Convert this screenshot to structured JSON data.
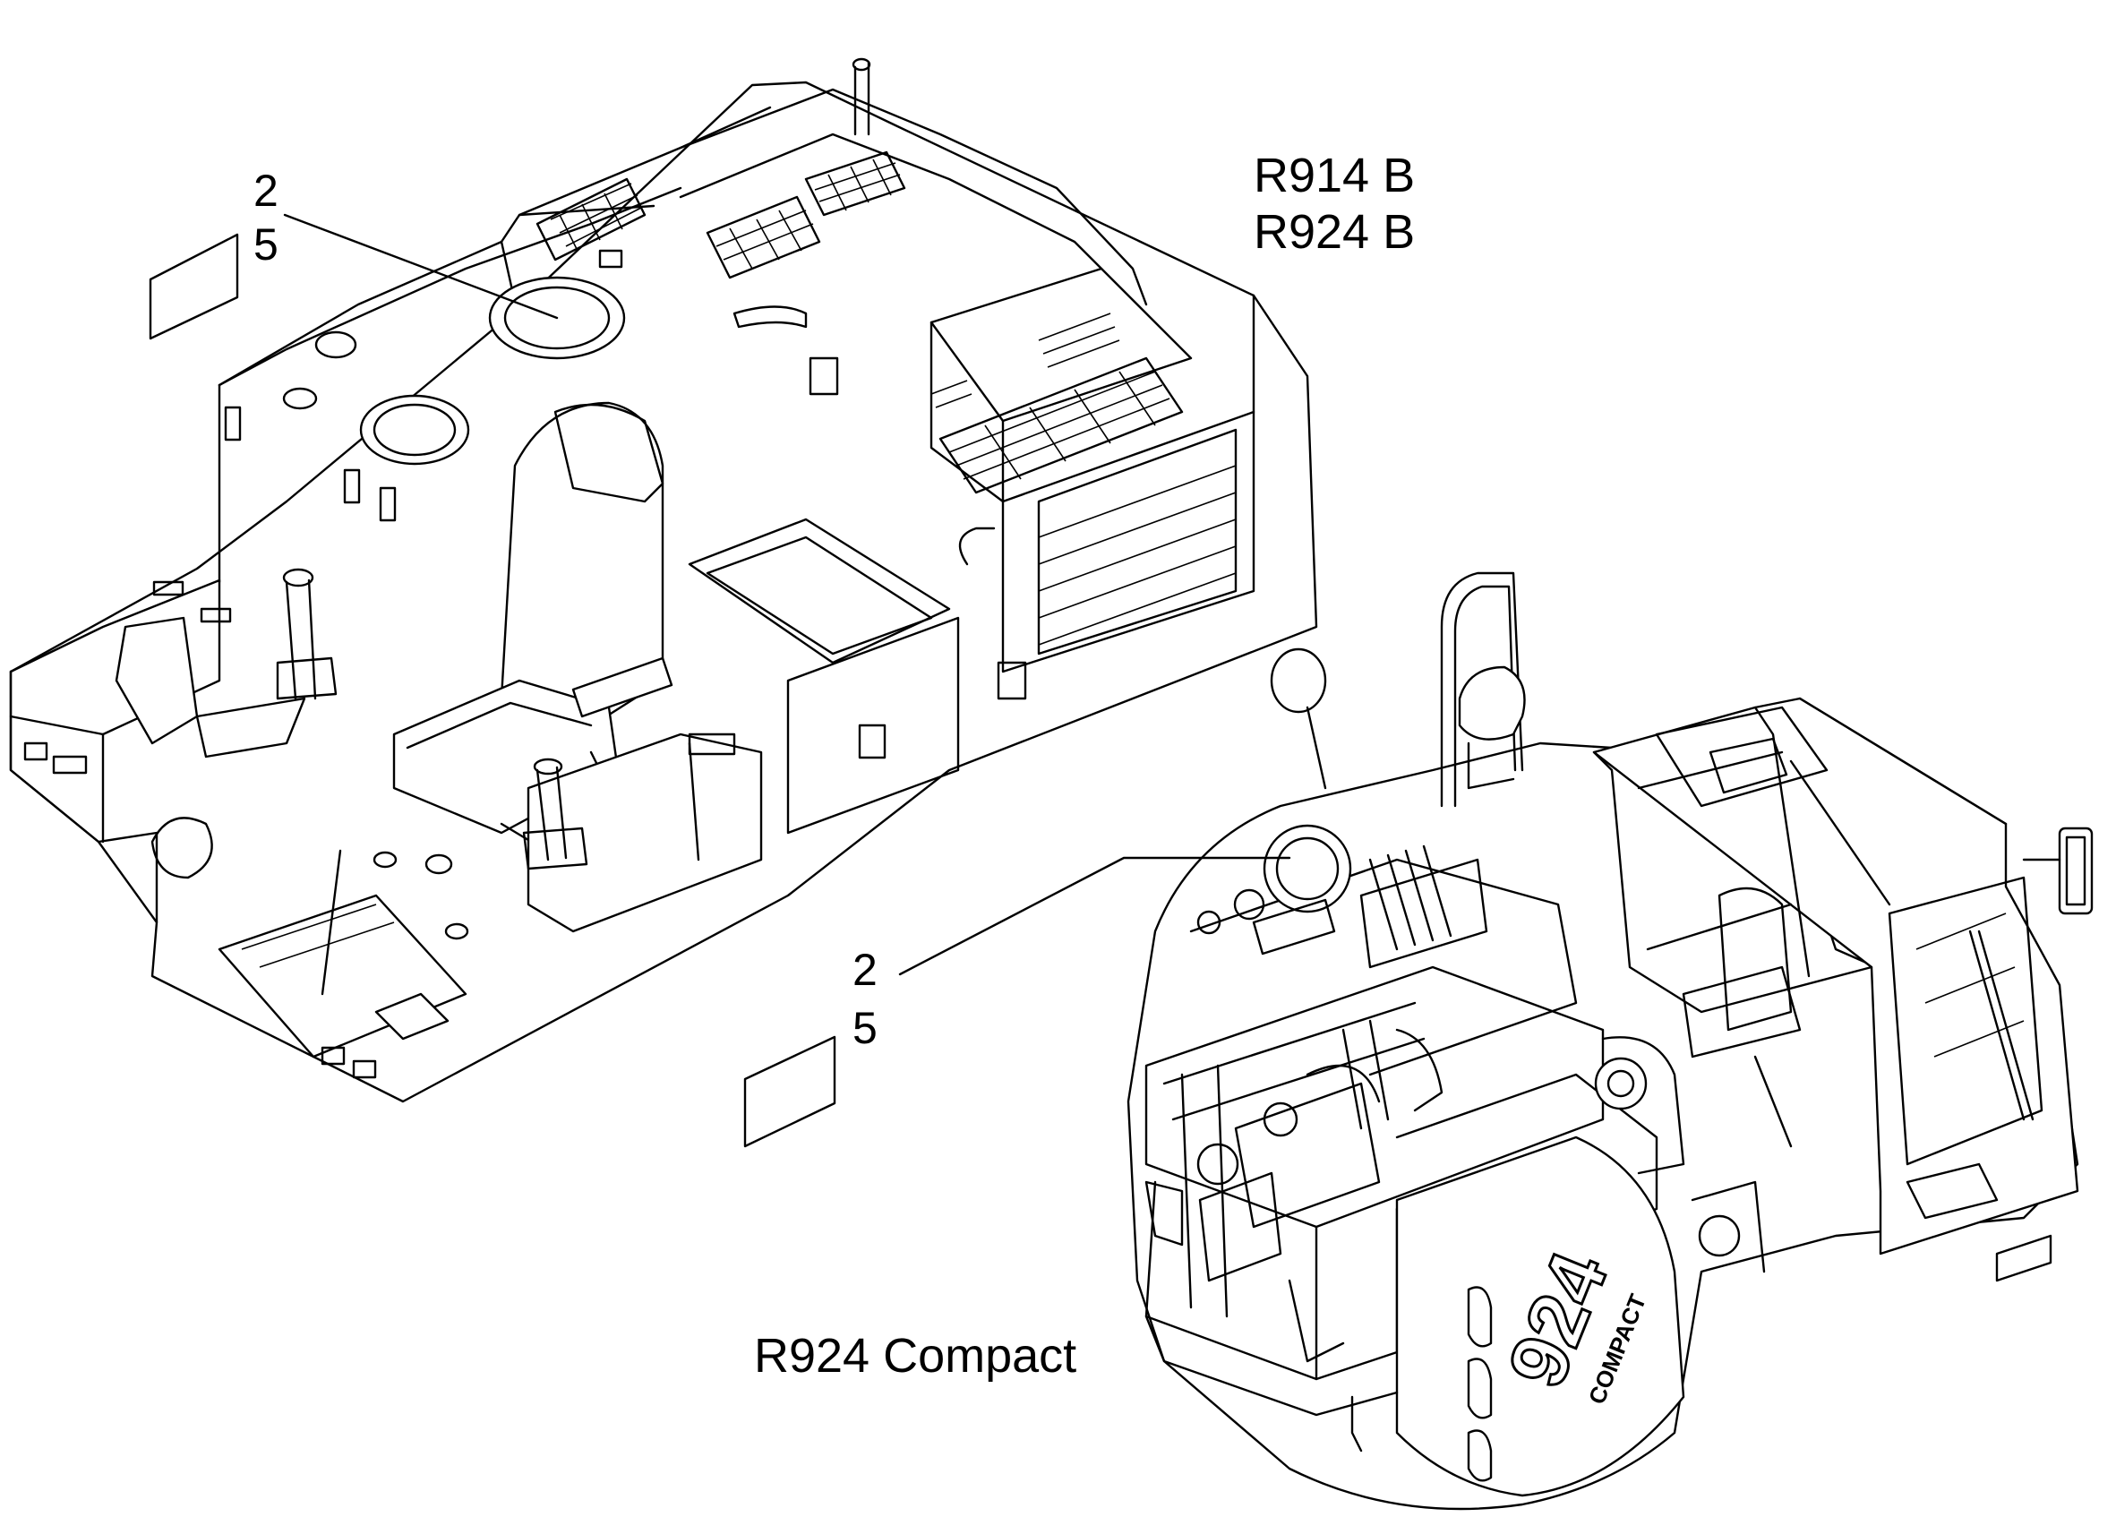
{
  "diagram": {
    "models_upper": [
      "R914 B",
      "R924 B"
    ],
    "model_lower": "R924 Compact",
    "callout_upper": {
      "items": [
        "2",
        "5"
      ]
    },
    "callout_lower": {
      "items": [
        "2",
        "5"
      ]
    },
    "hood_badge": {
      "number": "924",
      "word": "COMPACT"
    }
  }
}
